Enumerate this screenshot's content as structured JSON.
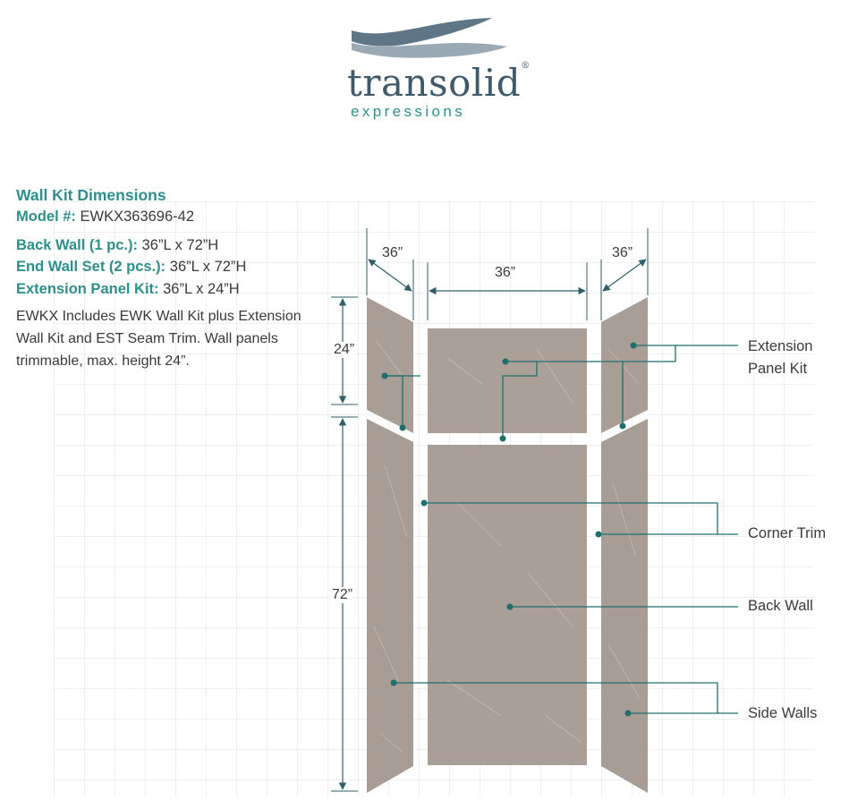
{
  "logo": {
    "brand": "transolid",
    "registered": "®",
    "tagline": "expressions",
    "colors": {
      "wave_dark": "#5f7686",
      "wave_light": "#9aa9b4",
      "brand_text": "#3f5a6b",
      "tagline_text": "#2e8f8d"
    }
  },
  "info": {
    "heading": "Wall Kit Dimensions",
    "model_label": "Model #:",
    "model_value": "EWKX363696-42",
    "back_wall_label": "Back Wall (1 pc.):",
    "back_wall_value": "36”L x 72”H",
    "end_wall_label": "End Wall Set (2 pcs.):",
    "end_wall_value": "36”L x 72”H",
    "ext_panel_label": "Extension Panel Kit:",
    "ext_panel_value": "36”L x 24”H",
    "description": "EWKX Includes EWK Wall Kit plus Extension Wall Kit and EST Seam Trim. Wall panels trimmable, max. height 24”."
  },
  "dimensions": {
    "left_width": "36”",
    "center_width": "36”",
    "right_width": "36”",
    "upper_height": "24”",
    "lower_height": "72”"
  },
  "labels": {
    "extension_line1": "Extension",
    "extension_line2": "Panel Kit",
    "corner_trim": "Corner Trim",
    "back_wall": "Back Wall",
    "side_walls": "Side Walls"
  },
  "colors": {
    "accent": "#2e8f8d",
    "callout": "#1f6f6c",
    "panel": "#a89d95",
    "panel_light": "#bcb2aa",
    "trim": "#ffffff",
    "dim_line": "#2f5f6a"
  }
}
